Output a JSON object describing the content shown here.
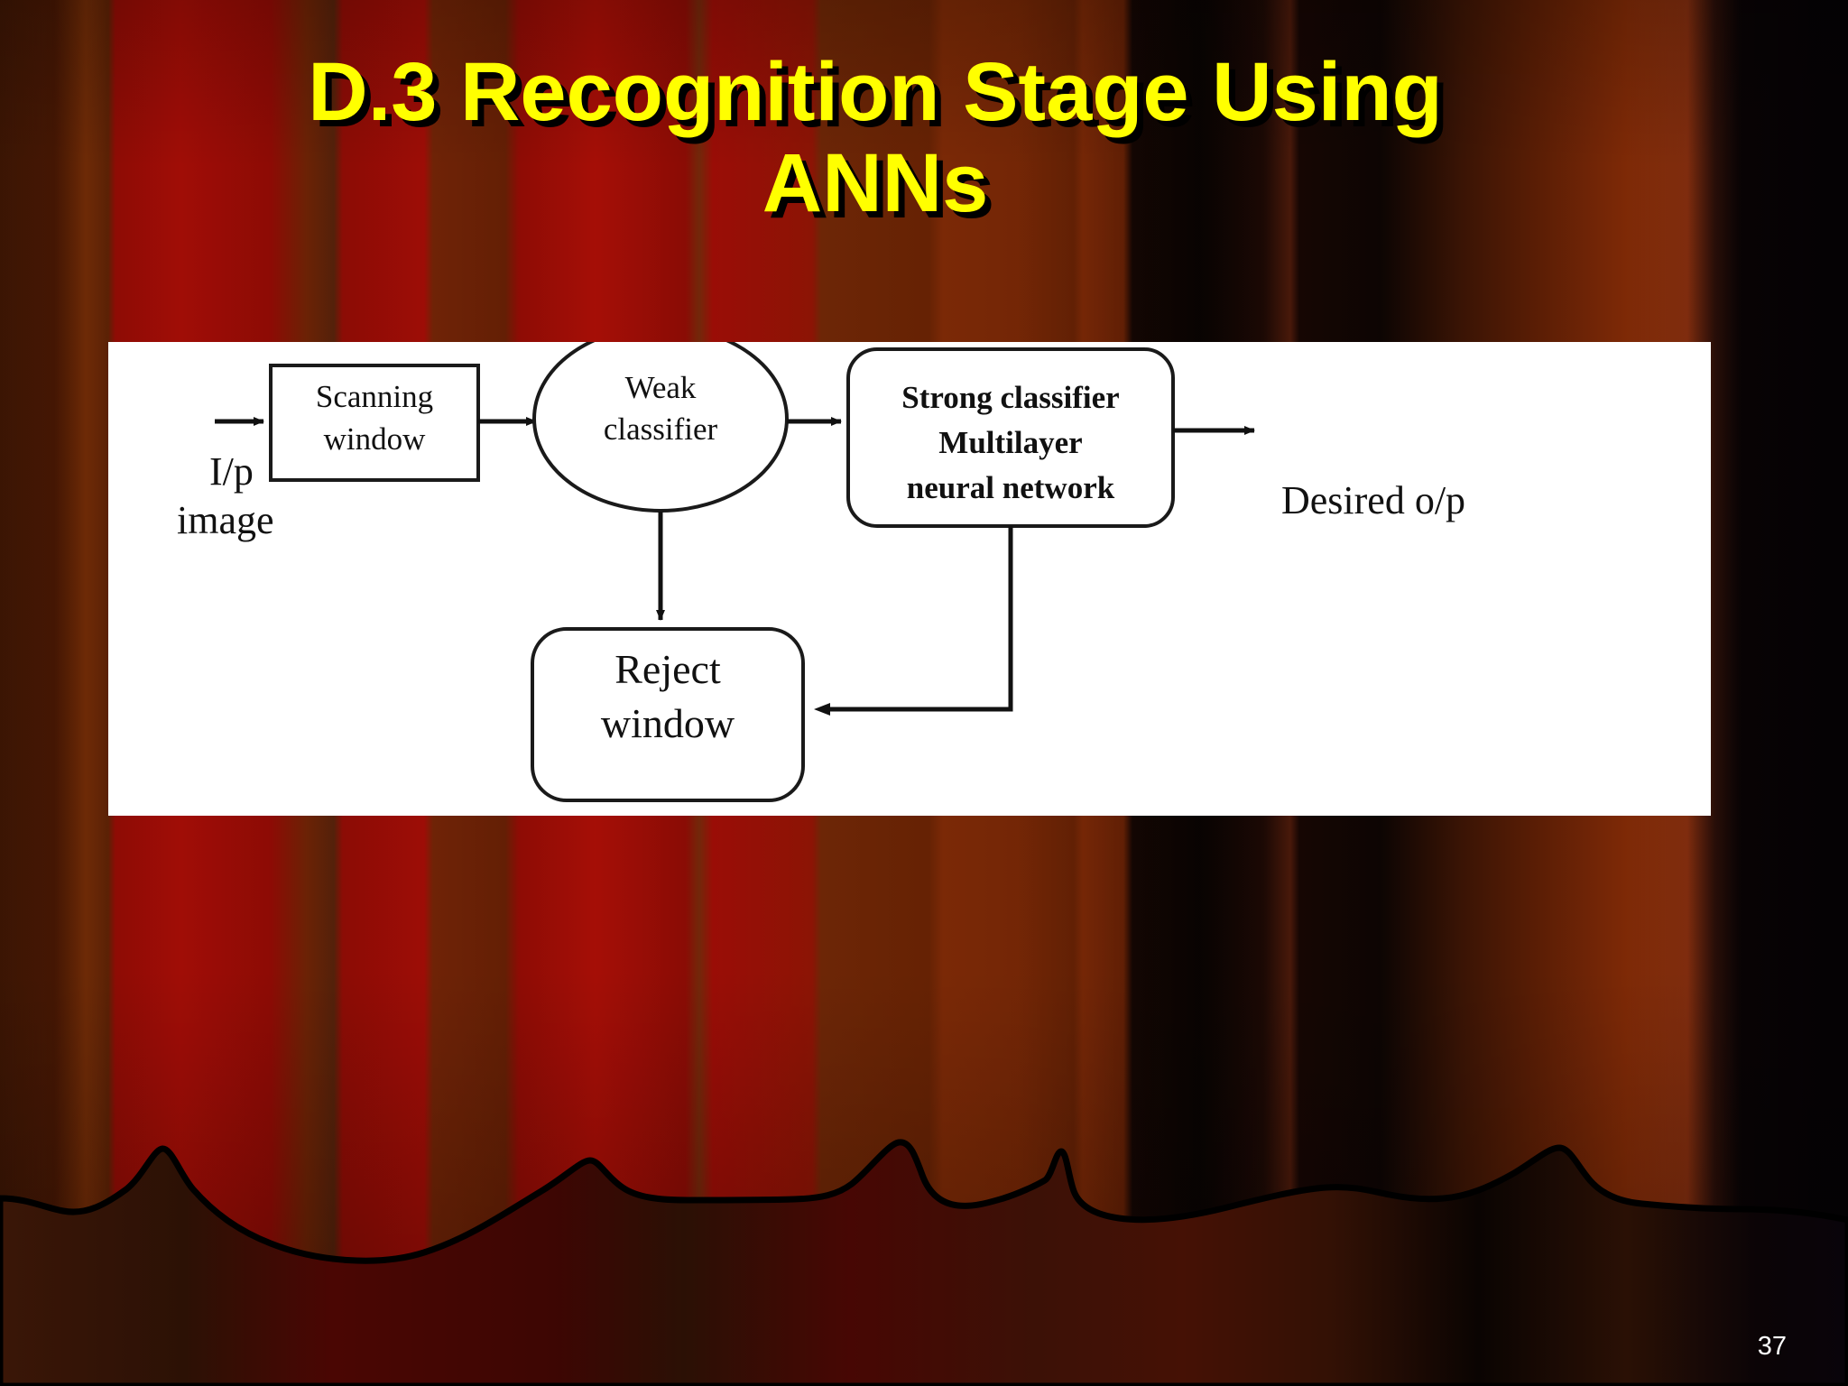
{
  "slide": {
    "title": "D.3 Recognition Stage Using\nANNs",
    "page_number": "37",
    "title_color": "#ffff00",
    "title_shadow_color": "#000000",
    "background_base_color": "#8a0c05",
    "panel_color": "#ffffff"
  },
  "diagram": {
    "type": "flowchart",
    "nodes": [
      {
        "id": "input",
        "label": "I/p\nimage",
        "shape": "text",
        "style": "serif"
      },
      {
        "id": "scanning",
        "label": "Scanning\nwindow",
        "shape": "rectangle",
        "style": "serif"
      },
      {
        "id": "weak",
        "label": "Weak\nclassifier",
        "shape": "ellipse",
        "style": "serif"
      },
      {
        "id": "strong",
        "label": "Strong classifier\nMultilayer\nneural network",
        "shape": "rounded-rectangle",
        "style": "serif-bold"
      },
      {
        "id": "reject",
        "label": "Reject\nwindow",
        "shape": "rounded-rectangle",
        "style": "serif"
      },
      {
        "id": "output",
        "label": "Desired o/p",
        "shape": "text",
        "style": "serif"
      }
    ],
    "edges": [
      {
        "from": "input",
        "to": "scanning",
        "direction": "right"
      },
      {
        "from": "scanning",
        "to": "weak",
        "direction": "right"
      },
      {
        "from": "weak",
        "to": "strong",
        "direction": "right"
      },
      {
        "from": "weak",
        "to": "reject",
        "direction": "down"
      },
      {
        "from": "strong",
        "to": "output",
        "direction": "right"
      },
      {
        "from": "strong",
        "to": "reject",
        "direction": "down-left"
      }
    ],
    "labels": {
      "input_line1": "I/p",
      "input_line2": "image",
      "scanning_line1": "Scanning",
      "scanning_line2": "window",
      "weak_line1": "Weak",
      "weak_line2": "classifier",
      "strong_line1": "Strong classifier",
      "strong_line2": "Multilayer",
      "strong_line3": "neural network",
      "reject_line1": "Reject",
      "reject_line2": "window",
      "output_label": "Desired o/p"
    }
  }
}
